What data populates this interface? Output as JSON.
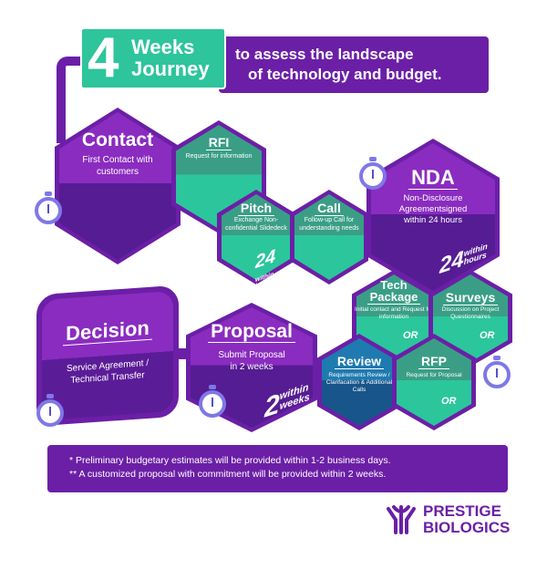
{
  "header": {
    "number": "4",
    "weeks_line1": "Weeks",
    "weeks_line2": "Journey",
    "tagline_line1": "to assess the landscape",
    "tagline_line2": "of technology and budget."
  },
  "steps": {
    "contact": {
      "title": "Contact",
      "desc": "First Contact with customers"
    },
    "rfi": {
      "title": "RFI",
      "desc": "Request for information"
    },
    "pitch": {
      "title": "Pitch",
      "desc": "Exchange Non-confidential Slidedeck",
      "within_num": "24",
      "within_text": "within hours"
    },
    "call": {
      "title": "Call",
      "desc": "Follow-up Call for understanding needs"
    },
    "nda": {
      "title": "NDA",
      "desc": "Non-Disclosure Agreementsigned within 24 hours",
      "within_num": "24",
      "within_text": "within hours"
    },
    "tech": {
      "title_line1": "Tech",
      "title_line2": "Package",
      "desc": "Initial contact and Request for information",
      "or": "OR"
    },
    "surveys": {
      "title": "Surveys",
      "desc": "Discussion on Project Questionnaires",
      "or": "OR"
    },
    "review": {
      "title": "Review",
      "desc": "Requirements Review / Clarifacation & Additional Calls"
    },
    "rfp": {
      "title": "RFP",
      "desc": "Request for Proposal",
      "or": "OR"
    },
    "proposal": {
      "title": "Proposal",
      "desc": "Submit Proposal in 2 weeks",
      "within_num": "2",
      "within_text": "within weeks"
    },
    "decision": {
      "title": "Decision",
      "desc": "Service Agreement / Technical Transfer"
    }
  },
  "footer": {
    "note1": "* Preliminary budgetary estimates will be provided within 1-2 business days.",
    "note2": "** A customized proposal with commitment will be provided within 2 weeks."
  },
  "logo": {
    "line1": "PRESTIGE",
    "line2": "BIOLOGICS"
  },
  "colors": {
    "purple": "#6b1fa6",
    "teal": "#2ec49c",
    "blue": "#17558a",
    "watch": "#7f77e8"
  }
}
